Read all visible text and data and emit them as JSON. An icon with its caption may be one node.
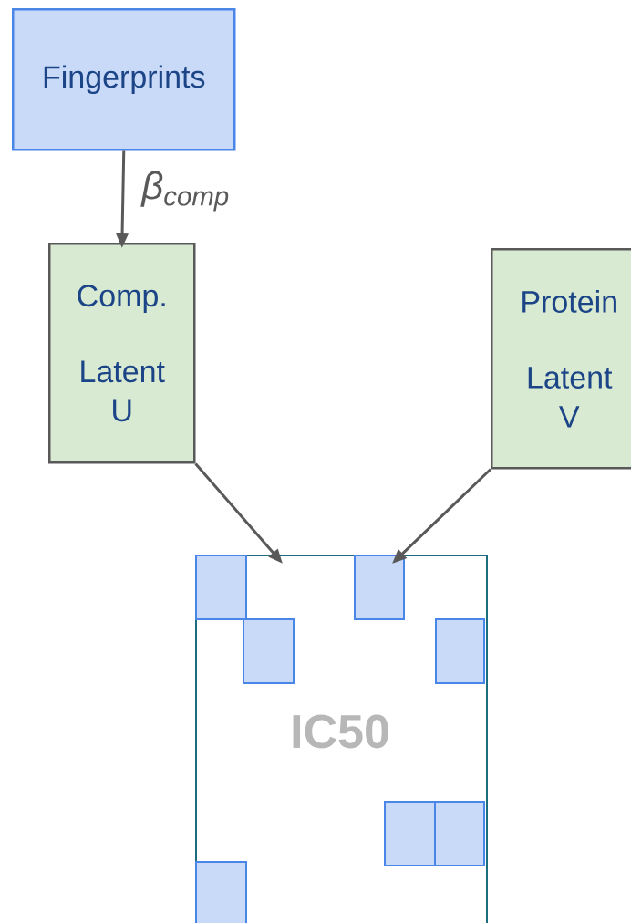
{
  "diagram": {
    "nodes": [
      {
        "text": [
          "Fingerprints"
        ]
      },
      {
        "text": [
          "Comp.",
          "Latent U"
        ]
      },
      {
        "text": [
          "Protein",
          "Latent V"
        ]
      },
      {
        "text": [
          "IC50"
        ]
      },
      {
        "text": [],
        "shape": "box",
        "in": 3
      },
      {
        "text": [],
        "shape": "box",
        "in": 3
      },
      {
        "text": [],
        "shape": "box",
        "in": 3
      },
      {
        "text": [],
        "shape": "box",
        "in": 3
      },
      {
        "text": [],
        "shape": "box",
        "in": 3
      },
      {
        "text": [],
        "shape": "box",
        "in": 3
      },
      {
        "text": [],
        "shape": "box",
        "in": 3
      }
    ],
    "edges": [
      {
        "from": 0,
        "to": 1,
        "arrow": "to",
        "label": "β$_{comp}$"
      },
      {
        "from": 1,
        "to": 3,
        "arrow": "to"
      },
      {
        "from": 2,
        "to": 3,
        "arrow": "to"
      }
    ]
  }
}
